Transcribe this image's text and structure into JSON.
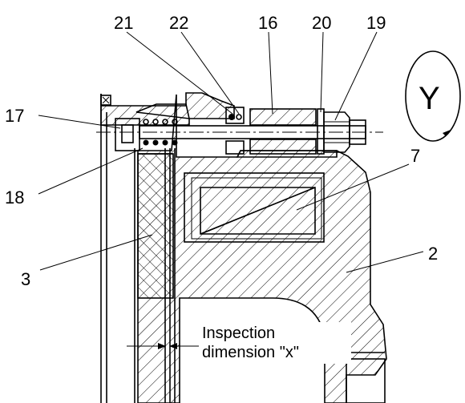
{
  "callouts": {
    "c21": "21",
    "c22": "22",
    "c16": "16",
    "c20": "20",
    "c19": "19",
    "c17": "17",
    "c18": "18",
    "c7": "7",
    "c3": "3",
    "c2": "2"
  },
  "view_marker": "Y",
  "inspection": {
    "line1": "Inspection",
    "line2": "dimension \"x\""
  }
}
